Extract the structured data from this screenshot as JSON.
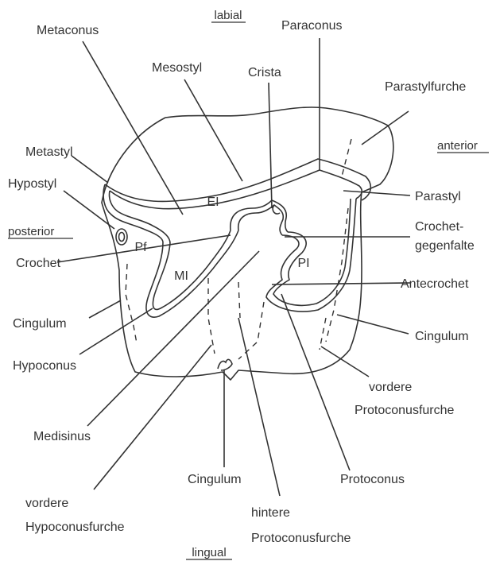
{
  "orientation": {
    "labial": "labial",
    "anterior": "anterior",
    "posterior": "posterior",
    "lingual": "lingual"
  },
  "labels": {
    "metaconus": "Metaconus",
    "paraconus": "Paraconus",
    "mesostyl": "Mesostyl",
    "crista": "Crista",
    "parastylfurche": "Parastylfurche",
    "metastyl": "Metastyl",
    "hypostyl": "Hypostyl",
    "parastyl": "Parastyl",
    "crochet": "Crochet",
    "crochet_gegenfalte_1": "Crochet-",
    "crochet_gegenfalte_2": "gegenfalte",
    "antecrochet": "Antecrochet",
    "cingulum_left": "Cingulum",
    "cingulum_right": "Cingulum",
    "cingulum_bottom": "Cingulum",
    "hypoconus": "Hypoconus",
    "vordere_protoconusfurche_1": "vordere",
    "vordere_protoconusfurche_2": "Protoconusfurche",
    "medisinus": "Medisinus",
    "protoconus": "Protoconus",
    "vordere_hypoconusfurche_1": "vordere",
    "vordere_hypoconusfurche_2": "Hypoconusfurche",
    "hintere_protoconusfurche_1": "hintere",
    "hintere_protoconusfurche_2": "Protoconusfurche"
  },
  "regions": {
    "ei": "EI",
    "pf": "Pf",
    "mi": "MI",
    "pi": "PI"
  }
}
